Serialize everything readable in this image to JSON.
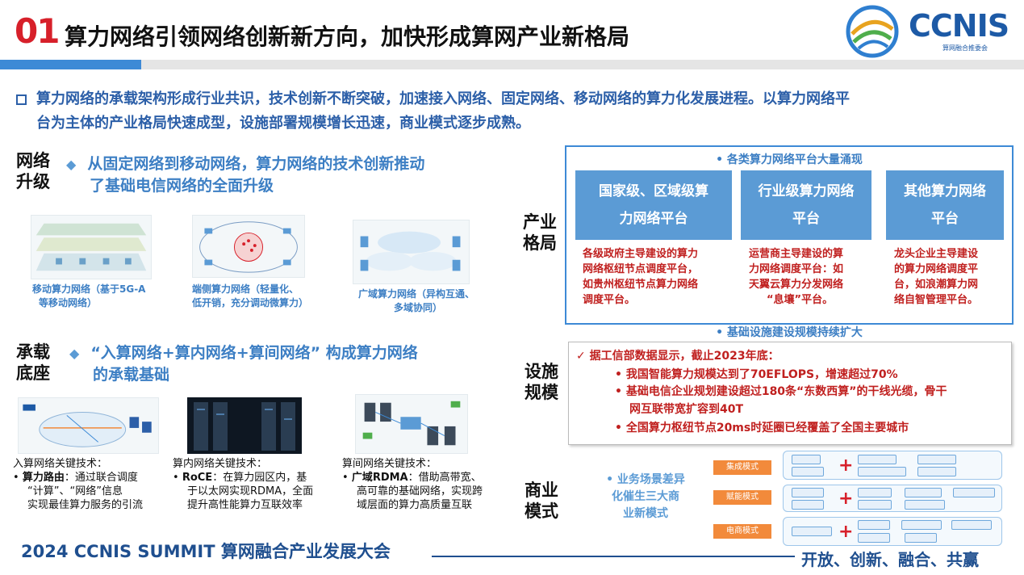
{
  "header": {
    "number": "01",
    "title": "算力网络引领网络创新新方向，加快形成算网产业新格局",
    "logo_text": "CCNIS",
    "logo_sub": "算网融合推委会"
  },
  "intro": {
    "line1": "算力网络的承载架构形成行业共识，技术创新不断突破，加速接入网络、固定网络、移动网络的算力化发展进程。以算力网络平",
    "line2": "台为主体的产业格局快速成型，设施部署规模增长迅速，商业模式逐步成熟。"
  },
  "upgrade": {
    "label_line1": "网络",
    "label_line2": "升级",
    "head_line1": "从固定网络到移动网络，算力网络的技术创新推动",
    "head_line2": "了基础电信网络的全面升级",
    "captions": [
      {
        "l1": "移动算力网络（基于5G-A",
        "l2": "等移动网络）"
      },
      {
        "l1": "端侧算力网络（轻量化、",
        "l2": "低开销，充分调动微算力）"
      },
      {
        "l1": "广域算力网络（异构互通、",
        "l2": "多域协同）"
      }
    ]
  },
  "bearer": {
    "label_line1": "承载",
    "label_line2": "底座",
    "head_line1": "“入算网络+算内网络+算间网络” 构成算力网络",
    "head_line2": "的承载基础",
    "keys": [
      {
        "title": "入算网络关键技术：",
        "name": "算力路由",
        "text1": "：通过联合调度",
        "text2": "“计算”、“网络”信息",
        "text3": "实现最佳算力服务的引流"
      },
      {
        "title": "算内网络关键技术：",
        "name": "RoCE",
        "text1": "：在算力园区内，基",
        "text2": "于以太网实现RDMA，全面",
        "text3": "提升高性能算力互联效率"
      },
      {
        "title": "算间网络关键技术：",
        "name": "广域RDMA",
        "text1": "：借助高带宽、",
        "text2": "高可靠的基础网络，实现跨",
        "text3": "域层面的算力高质量互联"
      }
    ]
  },
  "industry": {
    "label_line1": "产业",
    "label_line2": "格局",
    "head": "•  各类算力网络平台大量涌现",
    "platforms": [
      {
        "l1": "国家级、区域级算",
        "l2": "力网络平台",
        "d1": "各级政府主导建设的算力",
        "d2": "网络枢纽节点调度平台，",
        "d3": "如贵州枢纽节点算力网络",
        "d4": "调度平台。"
      },
      {
        "l1": "行业级算力网络",
        "l2": "平台",
        "d1": "运营商主导建设的算",
        "d2": "力网络调度平台：如",
        "d3": "天翼云算力分发网络",
        "d4": "“息壤”平台。"
      },
      {
        "l1": "其他算力网络",
        "l2": "平台",
        "d1": "龙头企业主导建设",
        "d2": "的算力网络调度平",
        "d3": "台，如浪潮算力网",
        "d4": "络自智管理平台。"
      }
    ]
  },
  "facilities": {
    "label_line1": "设施",
    "label_line2": "规模",
    "head": "•  基础设施建设规模持续扩大",
    "lead": "✓ 据工信部数据显示，截止2023年底：",
    "items": [
      "•  我国智能算力规模达到了70EFLOPS，增速超过70%",
      "•  基础电信企业规划建设超过180条“东数西算”的干线光缆，骨干",
      "网互联带宽扩容到40T",
      "•  全国算力枢纽节点20ms时延圈已经覆盖了全国主要城市"
    ]
  },
  "business": {
    "label_line1": "商业",
    "label_line2": "模式",
    "text_l1": "•  业务场景差异",
    "text_l2": "化催生三大商",
    "text_l3": "业新模式",
    "modes": [
      "集成模式",
      "赋能模式",
      "电商模式"
    ]
  },
  "footer": {
    "left": "2024 CCNIS SUMMIT 算网融合产业发展大会",
    "right": "开放、创新、融合、共赢"
  },
  "colors": {
    "accent_red": "#d7202a",
    "brand_blue": "#1d5aa6",
    "text_blue": "#3d7fc4",
    "orange": "#f28a3b"
  }
}
